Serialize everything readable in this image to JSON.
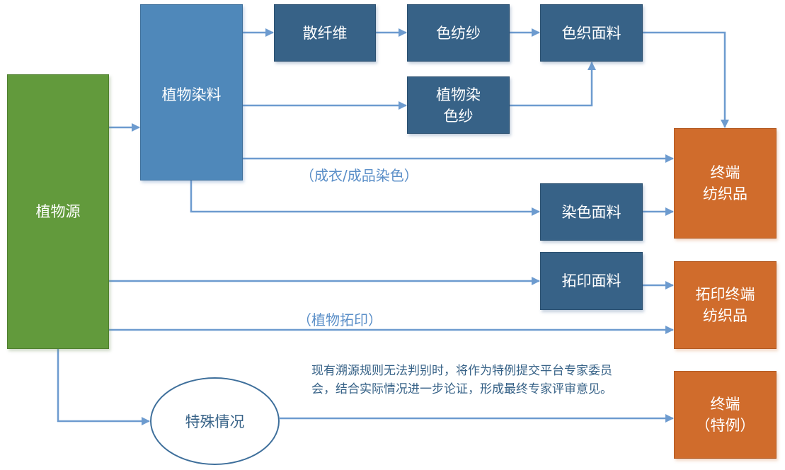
{
  "diagram": {
    "nodes": {
      "plant_source": "植物源",
      "plant_dye": "植物染料",
      "loose_fiber": "散纤维",
      "color_spun_yarn": "色纺纱",
      "color_woven_fabric": "色织面料",
      "plant_dyed_yarn": "植物染\n色纱",
      "dyed_fabric": "染色面料",
      "rubbing_fabric": "拓印面料",
      "end_textile": "终端\n纺织品",
      "rubbing_end_textile": "拓印终端\n纺织品",
      "special_case": "特殊情况",
      "end_special": "终端\n（特例）"
    },
    "edge_labels": {
      "garment_dyeing": "（成衣/成品染色）",
      "plant_rubbing": "（植物拓印）"
    },
    "note": "现有溯源规则无法判别时，将作为特例提交平台专家委员会，结合实际情况进一步论证，形成最终专家评审意见。",
    "edges": [
      {
        "from": "plant_source",
        "to": "plant_dye"
      },
      {
        "from": "plant_dye",
        "to": "loose_fiber"
      },
      {
        "from": "loose_fiber",
        "to": "color_spun_yarn"
      },
      {
        "from": "color_spun_yarn",
        "to": "color_woven_fabric"
      },
      {
        "from": "plant_dye",
        "to": "plant_dyed_yarn"
      },
      {
        "from": "plant_dyed_yarn",
        "to": "color_woven_fabric"
      },
      {
        "from": "color_woven_fabric",
        "to": "end_textile"
      },
      {
        "from": "plant_dye",
        "to": "end_textile",
        "label": "garment_dyeing"
      },
      {
        "from": "plant_dye",
        "to": "dyed_fabric"
      },
      {
        "from": "dyed_fabric",
        "to": "end_textile"
      },
      {
        "from": "plant_source",
        "to": "rubbing_fabric"
      },
      {
        "from": "rubbing_fabric",
        "to": "rubbing_end_textile"
      },
      {
        "from": "plant_source",
        "to": "rubbing_end_textile",
        "label": "plant_rubbing"
      },
      {
        "from": "plant_source",
        "to": "special_case"
      },
      {
        "from": "special_case",
        "to": "end_special"
      }
    ],
    "colors": {
      "source": "#629a3c",
      "dye": "#4f88ba",
      "intermediate": "#376287",
      "terminal": "#d06c2c",
      "connector": "#6d9bcf"
    }
  }
}
